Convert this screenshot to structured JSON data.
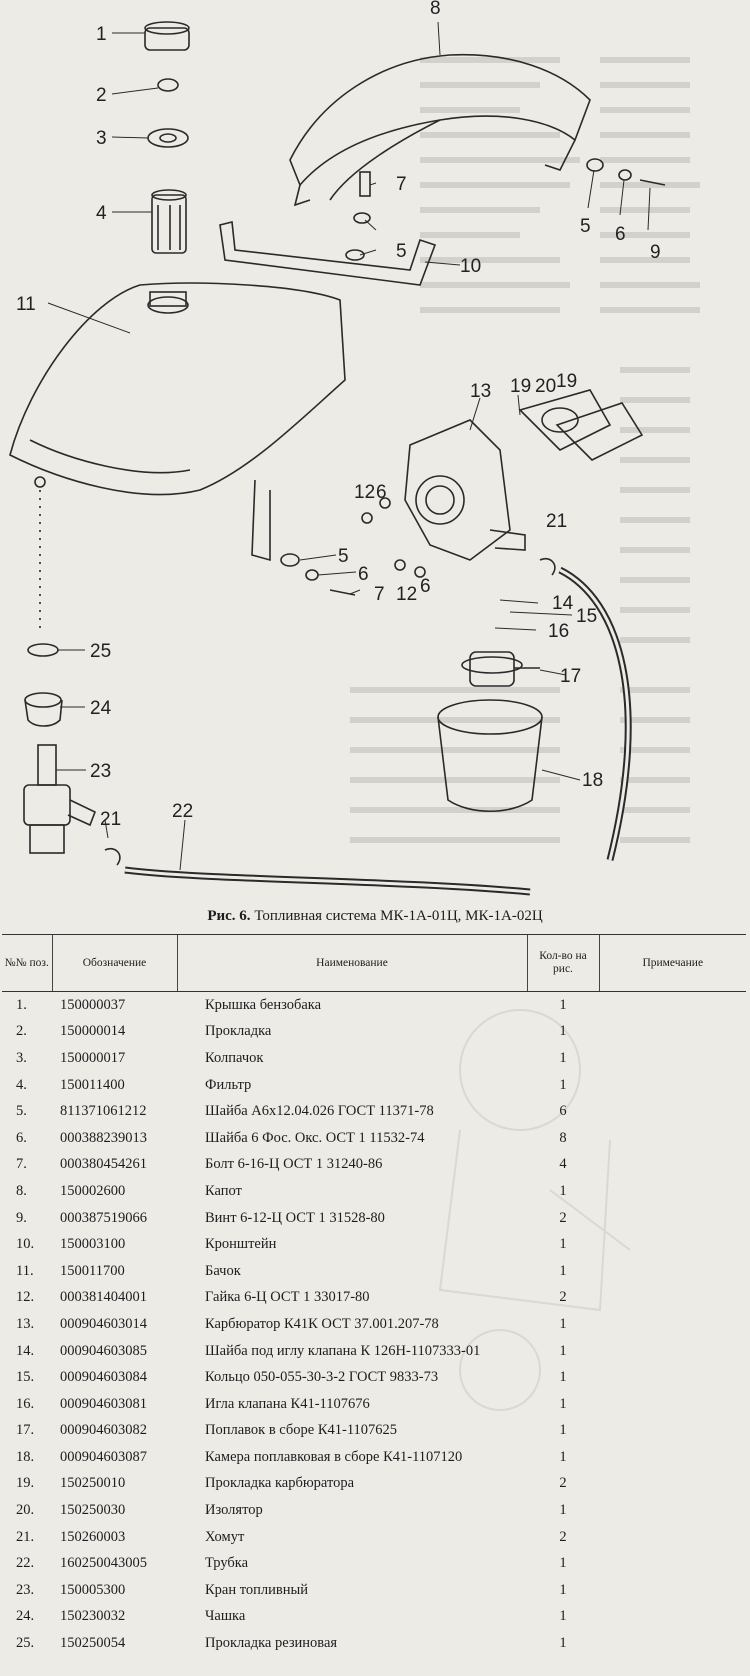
{
  "figure": {
    "callouts": [
      "1",
      "2",
      "3",
      "4",
      "5",
      "6",
      "7",
      "8",
      "9",
      "10",
      "11",
      "12",
      "13",
      "14",
      "15",
      "16",
      "17",
      "18",
      "19",
      "20",
      "21",
      "22",
      "23",
      "24",
      "25"
    ]
  },
  "caption": {
    "prefix": "Рис. 6.",
    "text": "Топливная система МК-1А-01Ц, МК-1А-02Ц"
  },
  "table": {
    "headers": {
      "no": "№№ поз.",
      "code": "Обозначение",
      "name": "Наименование",
      "qty": "Кол-во на рис.",
      "note": "Примечание"
    },
    "rows": [
      {
        "no": "1.",
        "code": "150000037",
        "name": "Крышка бензобака",
        "qty": "1",
        "note": ""
      },
      {
        "no": "2.",
        "code": "150000014",
        "name": "Прокладка",
        "qty": "1",
        "note": ""
      },
      {
        "no": "3.",
        "code": "150000017",
        "name": "Колпачок",
        "qty": "1",
        "note": ""
      },
      {
        "no": "4.",
        "code": "150011400",
        "name": "Фильтр",
        "qty": "1",
        "note": ""
      },
      {
        "no": "5.",
        "code": "811371061212",
        "name": "Шайба А6х12.04.026 ГОСТ 11371-78",
        "qty": "6",
        "note": ""
      },
      {
        "no": "6.",
        "code": "000388239013",
        "name": "Шайба 6 Фос. Окс. ОСТ 1 11532-74",
        "qty": "8",
        "note": ""
      },
      {
        "no": "7.",
        "code": "000380454261",
        "name": "Болт 6-16-Ц ОСТ 1 31240-86",
        "qty": "4",
        "note": ""
      },
      {
        "no": "8.",
        "code": "150002600",
        "name": "Капот",
        "qty": "1",
        "note": ""
      },
      {
        "no": "9.",
        "code": "000387519066",
        "name": "Винт 6-12-Ц ОСТ 1 31528-80",
        "qty": "2",
        "note": ""
      },
      {
        "no": "10.",
        "code": "150003100",
        "name": "Кронштейн",
        "qty": "1",
        "note": ""
      },
      {
        "no": "11.",
        "code": "150011700",
        "name": "Бачок",
        "qty": "1",
        "note": ""
      },
      {
        "no": "12.",
        "code": "000381404001",
        "name": "Гайка 6-Ц ОСТ 1 33017-80",
        "qty": "2",
        "note": ""
      },
      {
        "no": "13.",
        "code": "000904603014",
        "name": "Карбюратор К41К ОСТ 37.001.207-78",
        "qty": "1",
        "note": ""
      },
      {
        "no": "14.",
        "code": "000904603085",
        "name": "Шайба под иглу клапана К 126Н-1107333-01",
        "qty": "1",
        "note": ""
      },
      {
        "no": "15.",
        "code": "000904603084",
        "name": "Кольцо 050-055-30-3-2 ГОСТ 9833-73",
        "qty": "1",
        "note": ""
      },
      {
        "no": "16.",
        "code": "000904603081",
        "name": "Игла клапана К41-1107676",
        "qty": "1",
        "note": ""
      },
      {
        "no": "17.",
        "code": "000904603082",
        "name": "Поплавок в сборе К41-1107625",
        "qty": "1",
        "note": ""
      },
      {
        "no": "18.",
        "code": "000904603087",
        "name": "Камера поплавковая в сборе К41-1107120",
        "qty": "1",
        "note": ""
      },
      {
        "no": "19.",
        "code": "150250010",
        "name": "Прокладка карбюратора",
        "qty": "2",
        "note": ""
      },
      {
        "no": "20.",
        "code": "150250030",
        "name": "Изолятор",
        "qty": "1",
        "note": ""
      },
      {
        "no": "21.",
        "code": "150260003",
        "name": "Хомут",
        "qty": "2",
        "note": ""
      },
      {
        "no": "22.",
        "code": "160250043005",
        "name": "Трубка",
        "qty": "1",
        "note": ""
      },
      {
        "no": "23.",
        "code": "150005300",
        "name": "Кран топливный",
        "qty": "1",
        "note": ""
      },
      {
        "no": "24.",
        "code": "150230032",
        "name": "Чашка",
        "qty": "1",
        "note": ""
      },
      {
        "no": "25.",
        "code": "150250054",
        "name": "Прокладка резиновая",
        "qty": "1",
        "note": ""
      }
    ]
  }
}
